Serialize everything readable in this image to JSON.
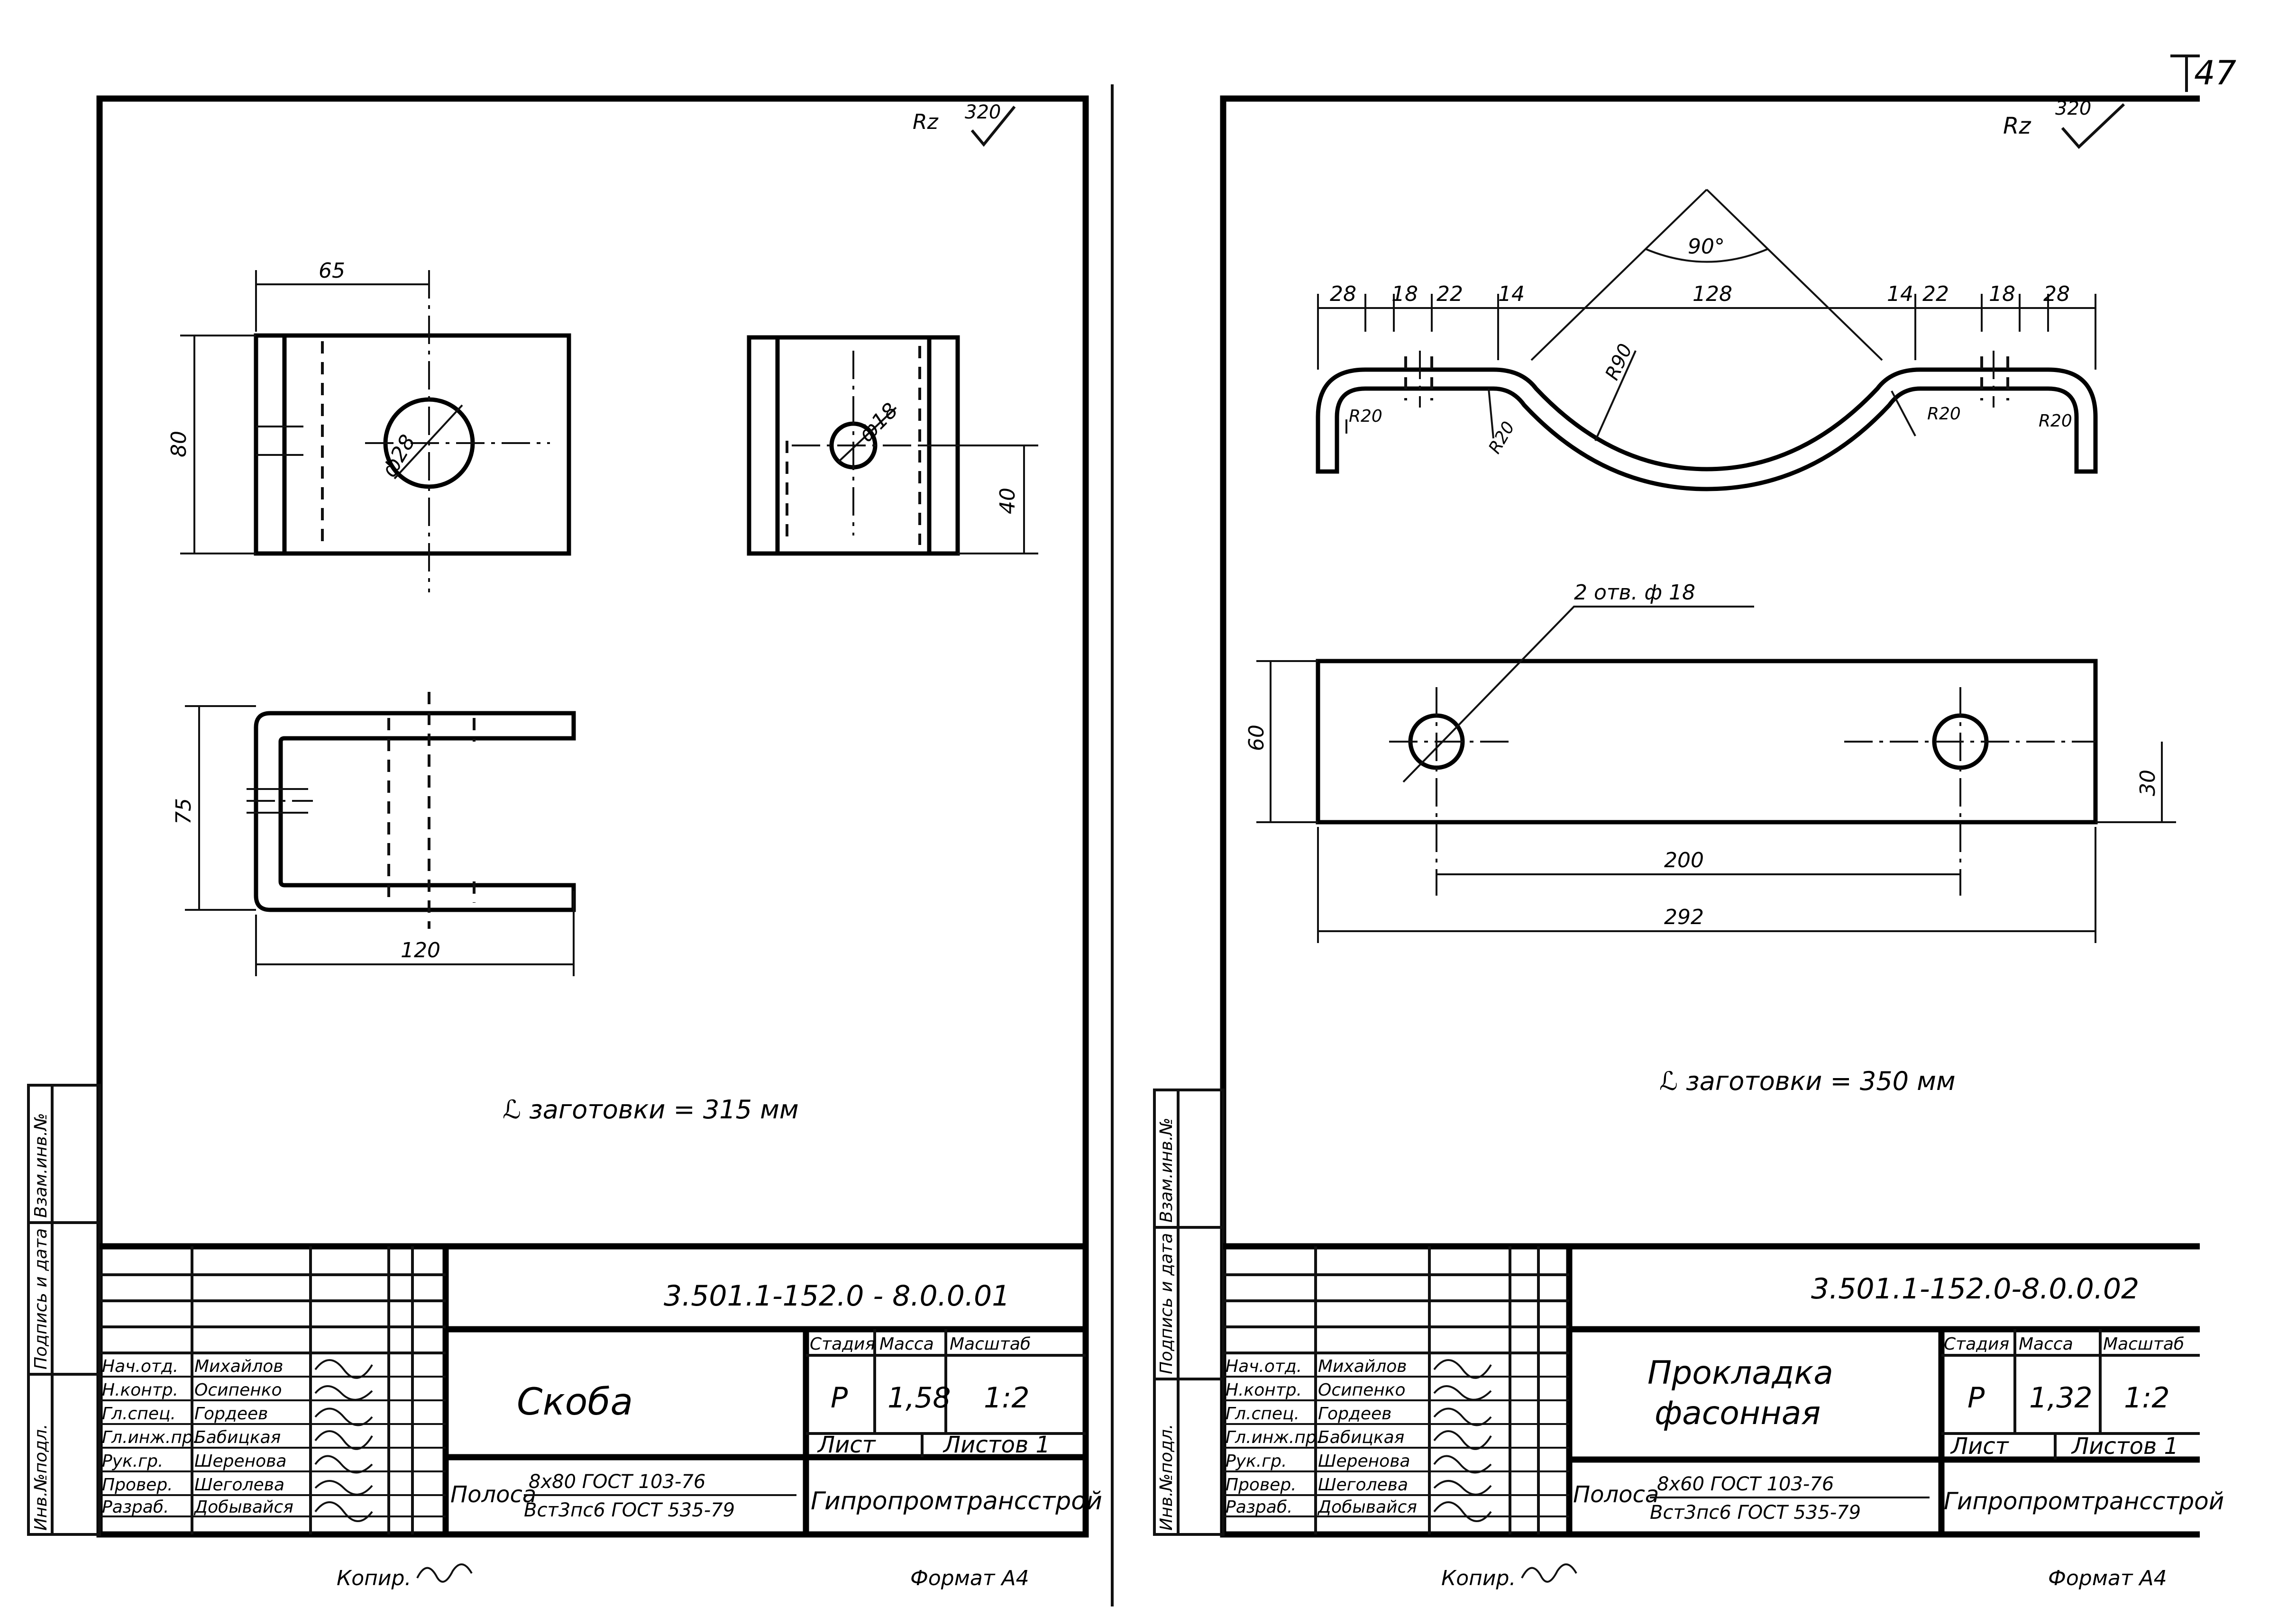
{
  "page_number": "47",
  "sheets": [
    {
      "roughness": {
        "symbol": "Rz",
        "value": "320"
      },
      "dimensions": {
        "width_top": "65",
        "height_front": "80",
        "hole_front": "ф28",
        "hole_side": "ф18",
        "height_side": "40",
        "height_bent": "75",
        "length_bent": "120"
      },
      "blank_length": "ℒ заготовки = 315 мм",
      "title_block": {
        "code": "3.501.1-152.0 - 8.0.0.01",
        "name": "Скоба",
        "stage_label": "Стадия",
        "mass_label": "Масса",
        "scale_label": "Масштаб",
        "stage": "Р",
        "mass": "1,58",
        "scale": "1:2",
        "sheet_label": "Лист",
        "sheets_label": "Листов 1",
        "material_prefix": "Полоса",
        "material_top": "8х80 ГОСТ 103-76",
        "material_bottom": " Bст3пс6 ГОСТ 535-79",
        "org": "Гипропромтрансстрой",
        "roles": [
          "Нач.отд.",
          "Н.контр.",
          "Гл.спец.",
          "Гл.инж.пр.",
          "Рук.гр.",
          "Провер.",
          "Разраб."
        ],
        "names": [
          "Михайлов",
          "Осипенко",
          "Гордеев",
          "Бабицкая",
          "Шеренова",
          "Шеголева",
          "Добывайся"
        ],
        "side_labels": [
          "Инв.№подл.",
          "Подпись и дата",
          "Взам.инв.№"
        ]
      },
      "footer": {
        "copy": "Копир.",
        "format": "Формат А4"
      }
    },
    {
      "roughness": {
        "symbol": "Rz",
        "value": "320"
      },
      "dimensions": {
        "angle": "90°",
        "top_chain": [
          "28",
          "18",
          "22",
          "14",
          "128",
          "14",
          "22",
          "18",
          "28"
        ],
        "radii": [
          "R20",
          "R20",
          "R90",
          "R20",
          "R20"
        ],
        "holes_note": "2 отв. ф 18",
        "height": "60",
        "hole_offset": "30",
        "hole_spacing": "200",
        "length": "292"
      },
      "blank_length": "ℒ заготовки = 350 мм",
      "title_block": {
        "code": "3.501.1-152.0-8.0.0.02",
        "name_line1": "Прокладка",
        "name_line2": "фасонная",
        "stage_label": "Стадия",
        "mass_label": "Масса",
        "scale_label": "Масштаб",
        "stage": "Р",
        "mass": "1,32",
        "scale": "1:2",
        "sheet_label": "Лист",
        "sheets_label": "Листов 1",
        "material_prefix": "Полоса",
        "material_top": "8х60 ГОСТ 103-76",
        "material_bottom": "Bст3пс6 ГОСТ 535-79",
        "org": "Гипропромтрансстрой",
        "roles": [
          "Нач.отд.",
          "Н.контр.",
          "Гл.спец.",
          "Гл.инж.пр.",
          "Рук.гр.",
          "Провер.",
          "Разраб."
        ],
        "names": [
          "Михайлов",
          "Осипенко",
          "Гордеев",
          "Бабицкая",
          "Шеренова",
          "Шеголева",
          "Добывайся"
        ],
        "side_labels": [
          "Инв.№подл.",
          "Подпись и дата",
          "Взам.инв.№"
        ]
      },
      "footer": {
        "copy": "Копир.",
        "format": "Формат А4"
      }
    }
  ]
}
